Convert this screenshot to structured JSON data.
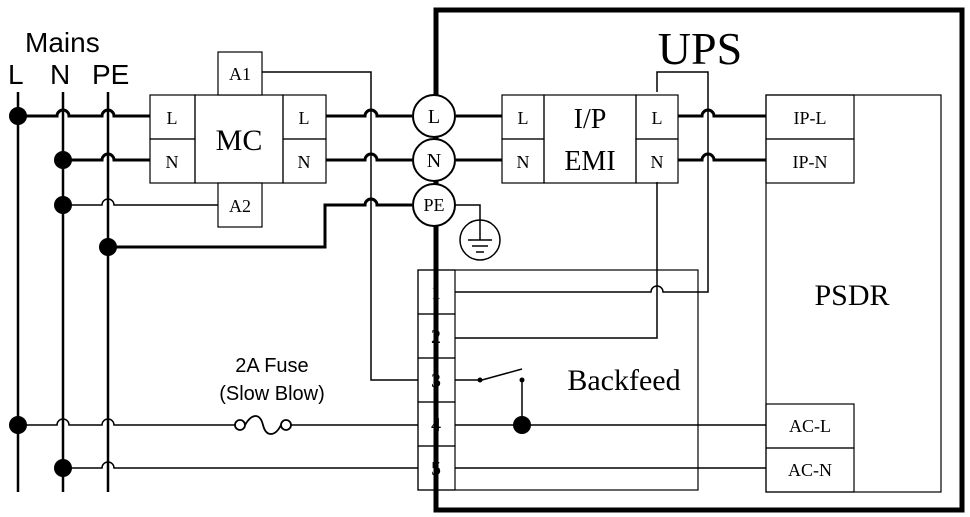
{
  "mains": {
    "title": "Mains",
    "l": "L",
    "n": "N",
    "pe": "PE"
  },
  "mc": {
    "name": "MC",
    "in_l": "L",
    "in_n": "N",
    "out_l": "L",
    "out_n": "N",
    "a1": "A1",
    "a2": "A2"
  },
  "terminals": {
    "l": "L",
    "n": "N",
    "pe": "PE"
  },
  "ups": {
    "title": "UPS",
    "emi_line1": "I/P",
    "emi_line2": "EMI",
    "emi_in_l": "L",
    "emi_in_n": "N",
    "emi_out_l": "L",
    "emi_out_n": "N"
  },
  "psdr": {
    "name": "PSDR",
    "ip_l": "IP-L",
    "ip_n": "IP-N",
    "ac_l": "AC-L",
    "ac_n": "AC-N"
  },
  "backfeed": {
    "label": "Backfeed",
    "terminals": [
      "1",
      "2",
      "3",
      "4",
      "5"
    ]
  },
  "fuse": {
    "line1": "2A Fuse",
    "line2": "(Slow Blow)"
  }
}
